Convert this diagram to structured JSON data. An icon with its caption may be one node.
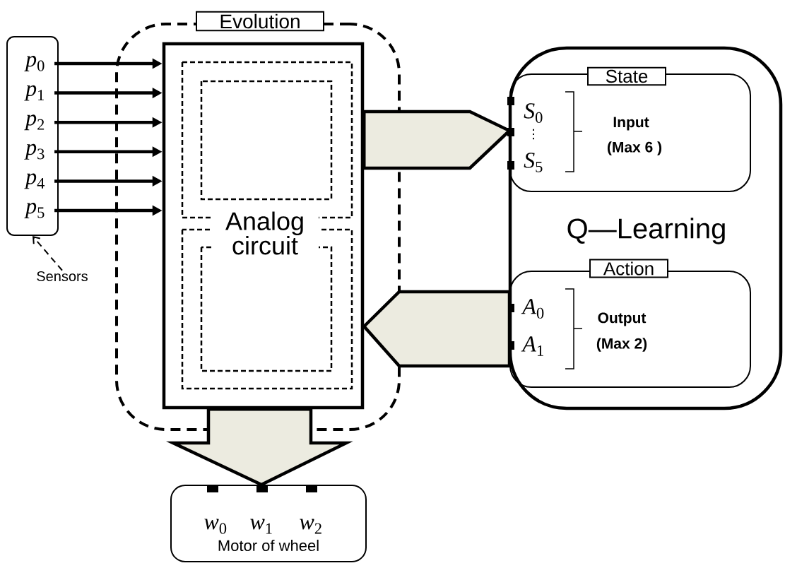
{
  "diagram": {
    "nodes": [
      {
        "text": [
          "Evolution"
        ]
      },
      {
        "text": [
          "Analog circuit"
        ],
        "in": 0
      },
      {
        "text": [],
        "shape": "box"
      },
      {
        "text": [
          "*p*$_{0}$"
        ],
        "in": 2
      },
      {
        "text": [
          "*p*$_{1}$"
        ],
        "in": 2
      },
      {
        "text": [
          "*p*$_{2}$"
        ],
        "in": 2
      },
      {
        "text": [
          "*p*$_{3}$"
        ],
        "in": 2
      },
      {
        "text": [
          "*p*$_{4}$"
        ],
        "in": 2
      },
      {
        "text": [
          "*p*$_{5}$"
        ],
        "in": 2
      },
      {
        "text": [
          "Sensors"
        ]
      },
      {
        "text": [
          "Q—Learning"
        ]
      },
      {
        "text": [
          "State",
          "*S*$_{0}$",
          "⋮",
          "*S*$_{5}$",
          "Input",
          "(Max 6 )"
        ],
        "in": 10
      },
      {
        "text": [
          "Action",
          "*A*$_{0}$",
          "*A*$_{1}$",
          "Output",
          "(Max 2)"
        ],
        "in": 10
      },
      {
        "text": [
          "*w*$_{0}$",
          "*w*$_{1}$",
          "*w*$_{2}$",
          "Motor of wheel"
        ]
      }
    ],
    "edges": [
      {
        "from": 3,
        "to": 1,
        "arrow": "to"
      },
      {
        "from": 4,
        "to": 1,
        "arrow": "to"
      },
      {
        "from": 5,
        "to": 1,
        "arrow": "to"
      },
      {
        "from": 6,
        "to": 1,
        "arrow": "to"
      },
      {
        "from": 7,
        "to": 1,
        "arrow": "to"
      },
      {
        "from": 8,
        "to": 1,
        "arrow": "to"
      },
      {
        "from": 9,
        "to": 2,
        "arrow": "to",
        "style": "dashed"
      },
      {
        "from": 1,
        "to": 11,
        "arrow": "to",
        "style": "thick"
      },
      {
        "from": 12,
        "to": 1,
        "arrow": "to",
        "style": "thick"
      },
      {
        "from": 1,
        "to": 13,
        "arrow": "to",
        "style": "thick"
      }
    ]
  }
}
